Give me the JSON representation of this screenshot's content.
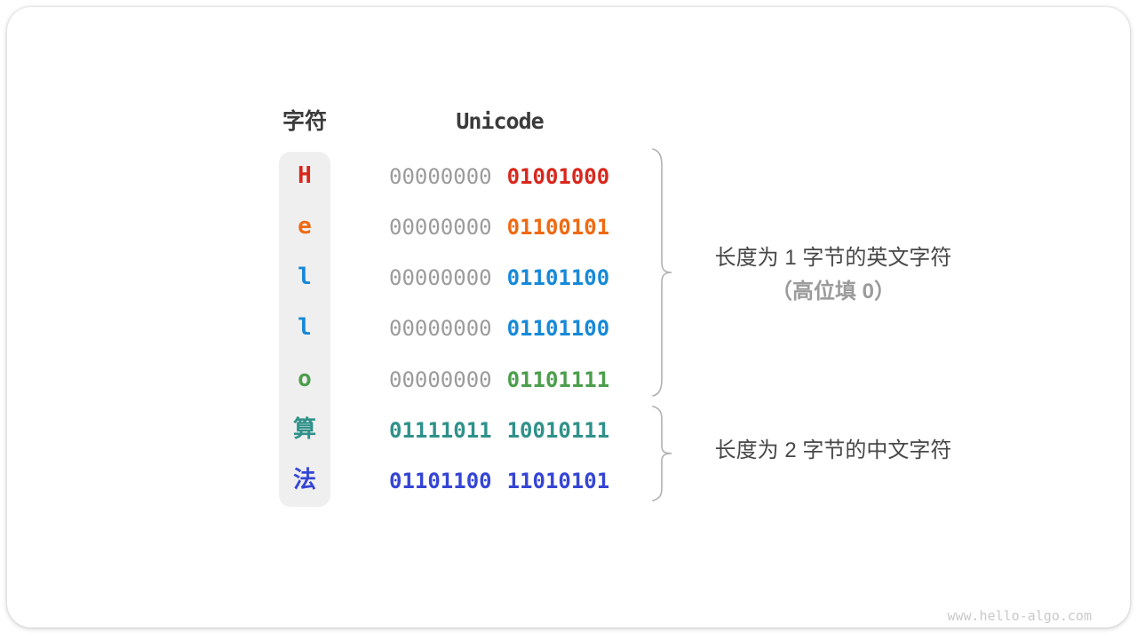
{
  "header": {
    "char_label": "字符",
    "unicode_label": "Unicode"
  },
  "rows": [
    {
      "char": "H",
      "byte1": "00000000",
      "byte2": "01001000",
      "char_color": "#d8271c",
      "byte1_color": "#9b9b9b",
      "byte2_color": "#d8271c"
    },
    {
      "char": "e",
      "byte1": "00000000",
      "byte2": "01100101",
      "char_color": "#ee6a12",
      "byte1_color": "#9b9b9b",
      "byte2_color": "#ee6a12"
    },
    {
      "char": "l",
      "byte1": "00000000",
      "byte2": "01101100",
      "char_color": "#1689d8",
      "byte1_color": "#9b9b9b",
      "byte2_color": "#1689d8"
    },
    {
      "char": "l",
      "byte1": "00000000",
      "byte2": "01101100",
      "char_color": "#1689d8",
      "byte1_color": "#9b9b9b",
      "byte2_color": "#1689d8"
    },
    {
      "char": "o",
      "byte1": "00000000",
      "byte2": "01101111",
      "char_color": "#4c9e4c",
      "byte1_color": "#9b9b9b",
      "byte2_color": "#4c9e4c"
    },
    {
      "char": "算",
      "byte1": "01111011",
      "byte2": "10010111",
      "char_color": "#2f918a",
      "byte1_color": "#2f918a",
      "byte2_color": "#2f918a"
    },
    {
      "char": "法",
      "byte1": "01101100",
      "byte2": "11010101",
      "char_color": "#3545d4",
      "byte1_color": "#3545d4",
      "byte2_color": "#3545d4"
    }
  ],
  "annotations": {
    "english": {
      "line1": "长度为 1 字节的英文字符",
      "line2": "（高位填 0）"
    },
    "chinese": {
      "line1": "长度为 2 字节的中文字符"
    }
  },
  "footer": {
    "site_url": "www.hello-algo.com"
  },
  "colors": {
    "header_text": "#3b3b3b",
    "column_bg": "#efefef",
    "brace": "#b0b0b0",
    "annotation_primary": "#474747",
    "annotation_secondary": "#9b9b9b",
    "footer_text": "#c9c9c9"
  }
}
